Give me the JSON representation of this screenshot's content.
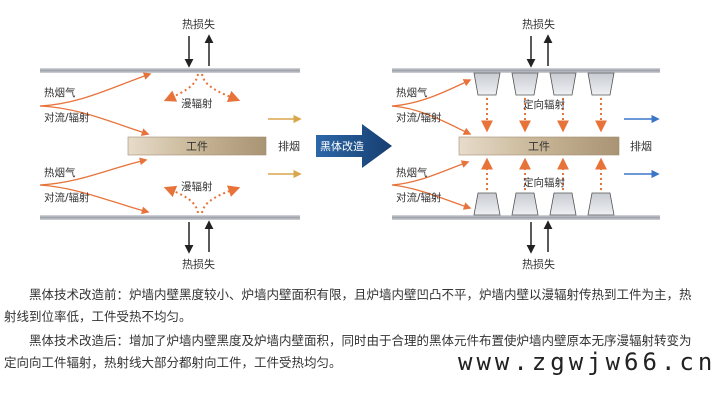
{
  "labels": {
    "heat_loss": "热损失",
    "flue_gas": "热烟气",
    "conv_rad": "对流/辐射",
    "diffuse_rad": "漫辐射",
    "workpiece": "工件",
    "exhaust": "排烟",
    "blackbody_mod": "黑体改造",
    "directional_rad": "定向辐射"
  },
  "text": {
    "paragraph1": "黑体技术改造前：炉墙内壁黑度较小、炉墙内壁面积有限，且炉墙内壁凹凸不平，炉墙内壁以漫辐射传热到工件为主，热射线到位率低，工件受热不均匀。",
    "paragraph2": "黑体技术改造后：增加了炉墙内壁黑度及炉墙内壁面积，同时由于合理的黑体元件布置使炉墙内壁原本无序漫辐射转变为定向向工件辐射，热射线大部分都射向工件，工件受热均匀。",
    "watermark": "www.zgwjw66.cn"
  },
  "colors": {
    "orange_arrow": "#e8733a",
    "blue_arrow": "#3a76c8",
    "exhaust_arrow_before": "#d9a64b",
    "wall": "#8a8e96",
    "workpiece": "#c9b79a",
    "bigarrow": "#1d4f8c"
  }
}
